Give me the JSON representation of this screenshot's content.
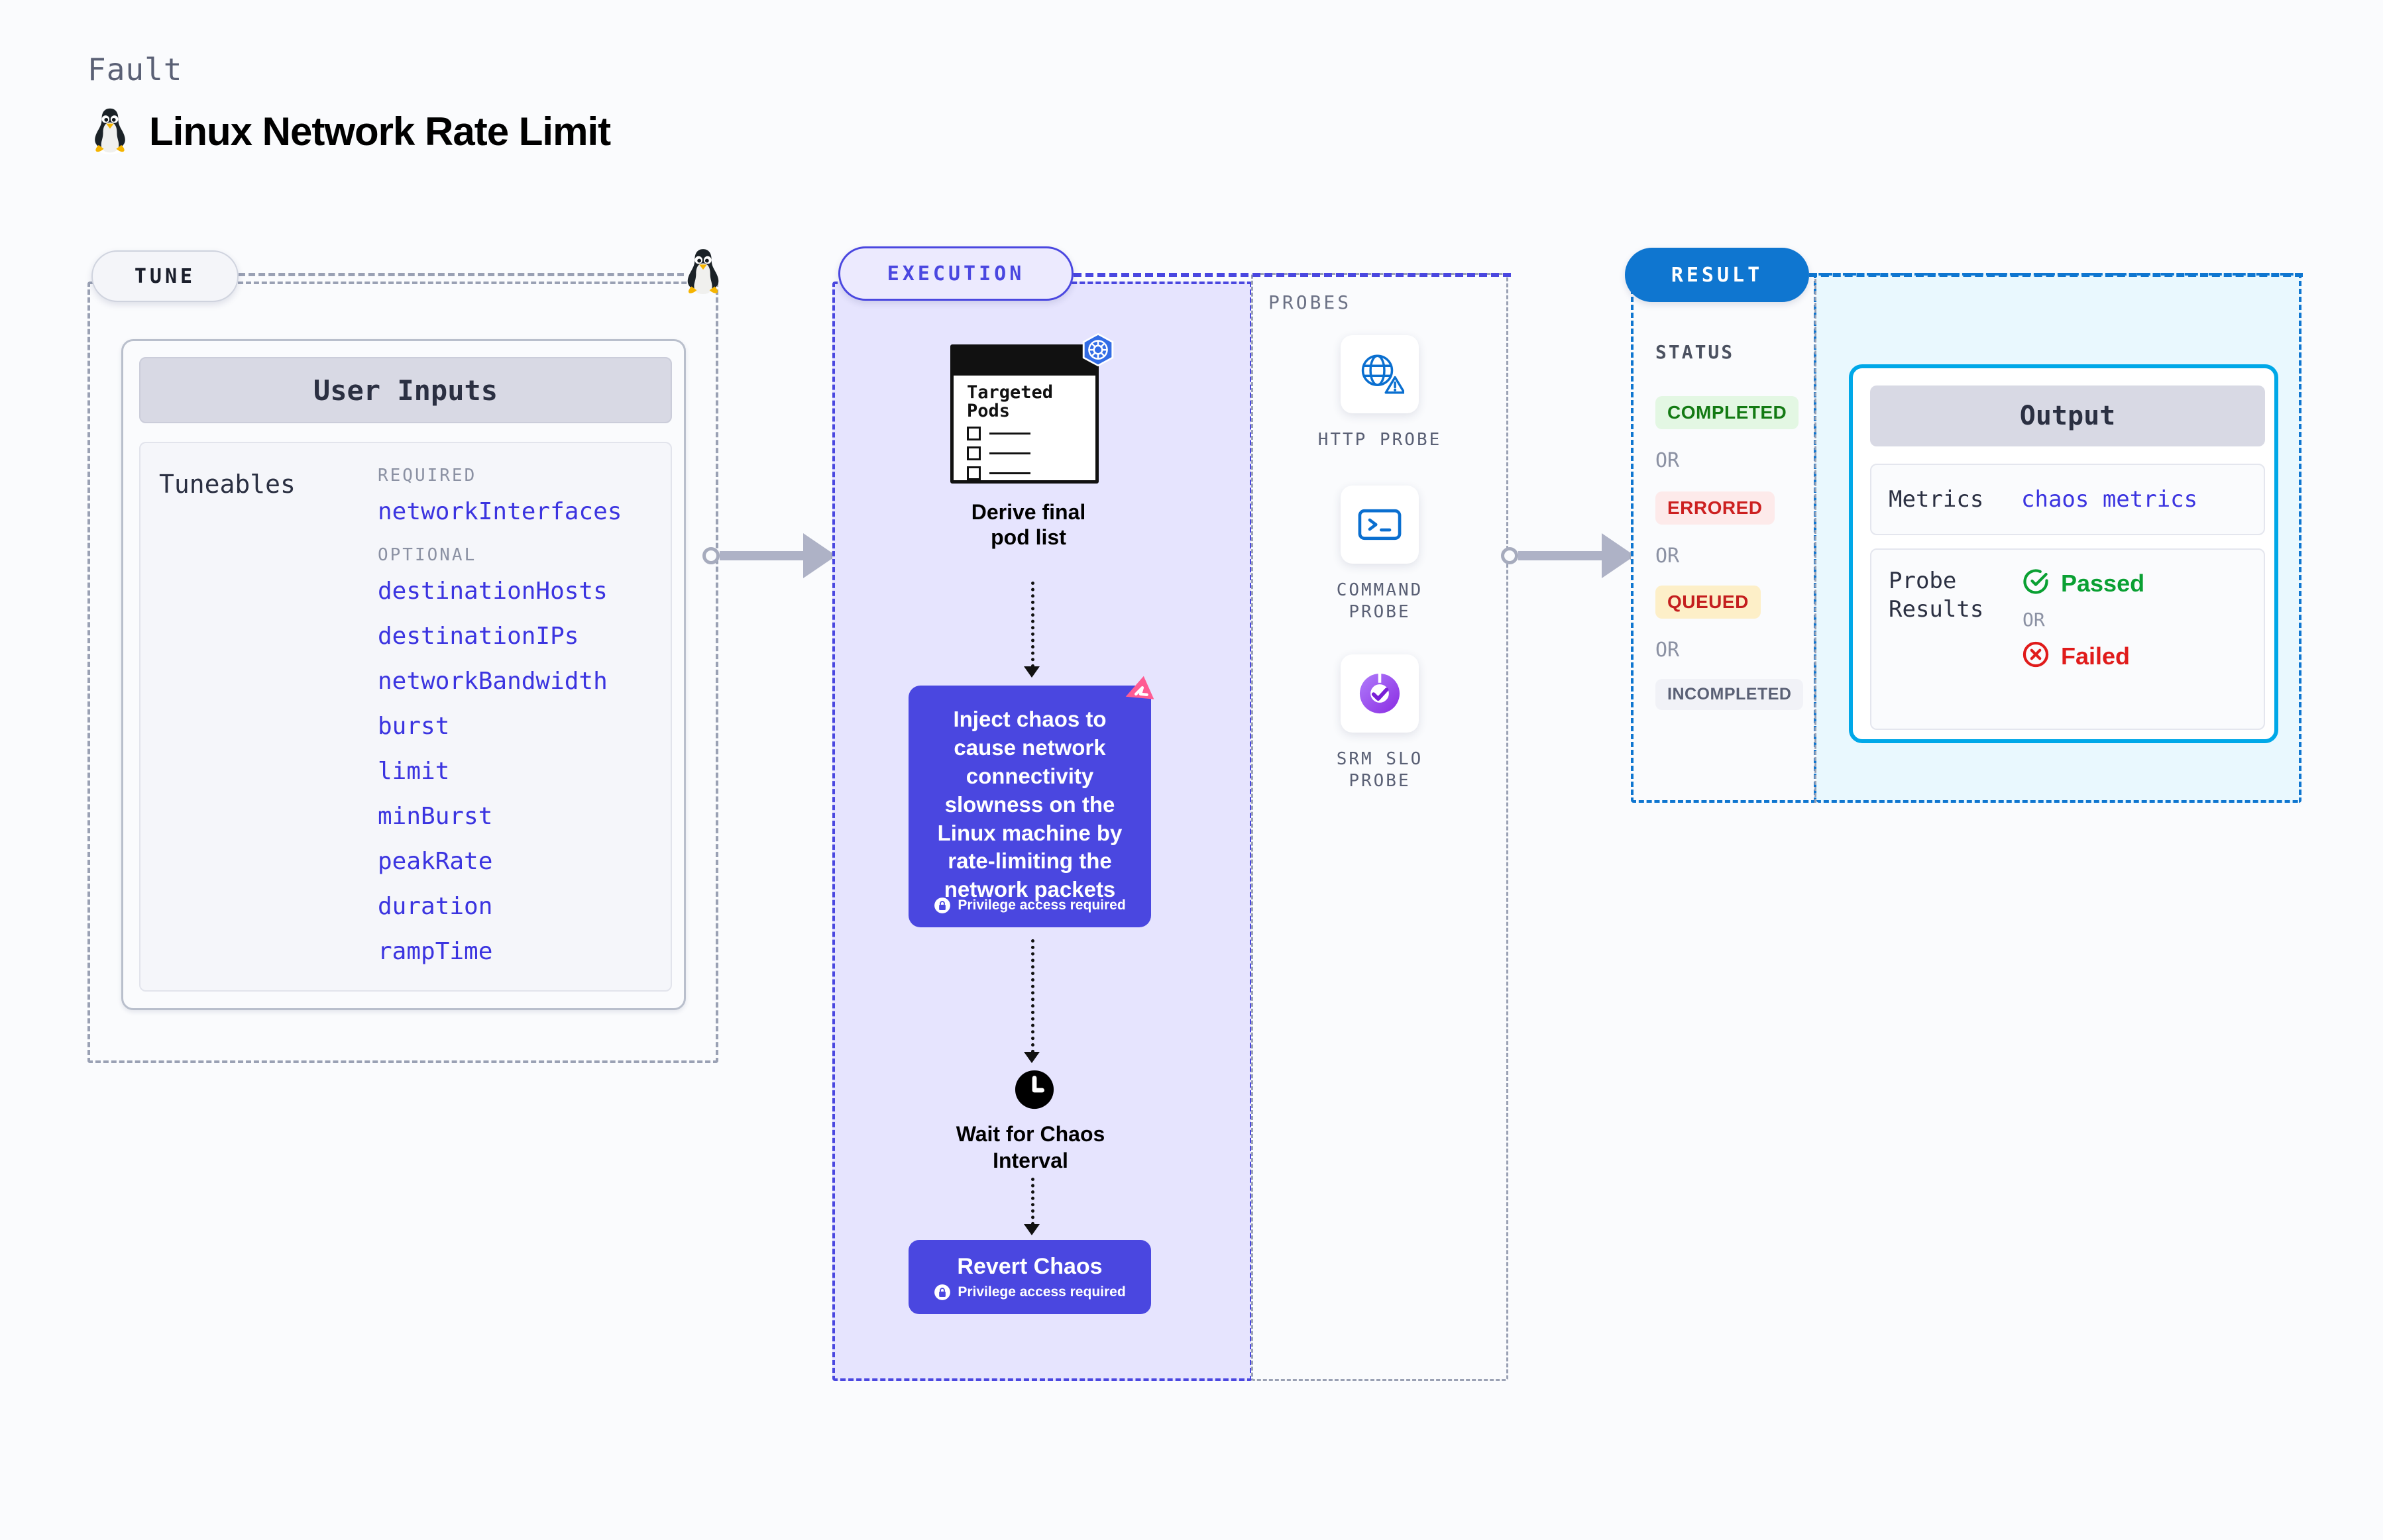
{
  "header": {
    "kicker": "Fault",
    "title": "Linux Network Rate Limit",
    "icon": "linux-tux-icon"
  },
  "tune": {
    "pill_label": "TUNE",
    "card_title": "User Inputs",
    "tuneables_label": "Tuneables",
    "groups": [
      {
        "label": "REQUIRED",
        "items": [
          "networkInterfaces"
        ]
      },
      {
        "label": "OPTIONAL",
        "items": [
          "destinationHosts",
          "destinationIPs",
          "networkBandwidth",
          "burst",
          "limit",
          "minBurst",
          "peakRate",
          "duration",
          "rampTime"
        ]
      }
    ]
  },
  "execution": {
    "pill_label": "EXECUTION",
    "pods_card": {
      "title_line1": "Targeted",
      "title_line2": "Pods",
      "badge_icon": "kubernetes-icon"
    },
    "step1_caption": "Derive final pod list",
    "chaos_box": {
      "text": "Inject chaos to cause network connectivity slowness on the Linux machine by rate-limiting the network packets",
      "privilege_note": "Privilege access required",
      "corner_icon": "litmus-chaos-icon"
    },
    "wait_step": {
      "icon": "clock-icon",
      "caption_line1": "Wait for Chaos",
      "caption_line2": "Interval"
    },
    "revert_box": {
      "label": "Revert Chaos",
      "privilege_note": "Privilege access required"
    }
  },
  "probes": {
    "title": "PROBES",
    "items": [
      {
        "label_line1": "HTTP",
        "label_line2": "PROBE",
        "icon": "globe-warning-icon"
      },
      {
        "label_line1": "COMMAND",
        "label_line2": "PROBE",
        "icon": "terminal-icon"
      },
      {
        "label_line1": "SRM SLO",
        "label_line2": "PROBE",
        "icon": "slo-donut-check-icon"
      }
    ]
  },
  "result": {
    "pill_label": "RESULT",
    "status_label": "STATUS",
    "or_label": "OR",
    "statuses": [
      {
        "label": "COMPLETED",
        "bg": "#e3f7e3",
        "fg": "#137a13"
      },
      {
        "label": "ERRORED",
        "bg": "#fdeaea",
        "fg": "#cc2020"
      },
      {
        "label": "QUEUED",
        "bg": "#fdefc8",
        "fg": "#c41e1e"
      },
      {
        "label": "INCOMPLETED",
        "bg": "#f1f2f7",
        "fg": "#5a6075"
      }
    ],
    "output": {
      "title": "Output",
      "metrics_key": "Metrics",
      "metrics_value": "chaos metrics",
      "probe_key_line1": "Probe",
      "probe_key_line2": "Results",
      "passed_label": "Passed",
      "failed_label": "Failed",
      "or_label": "OR",
      "passed_icon": "check-circle-icon",
      "failed_icon": "x-circle-icon"
    }
  },
  "colors": {
    "accent_purple": "#4a47e0",
    "accent_blue": "#0f76d0",
    "accent_cyan": "#00a8e8",
    "exec_bg": "#e6e4fe",
    "output_bg": "#e9f8fe",
    "pass_green": "#0aa033",
    "fail_red": "#e01b1b"
  }
}
